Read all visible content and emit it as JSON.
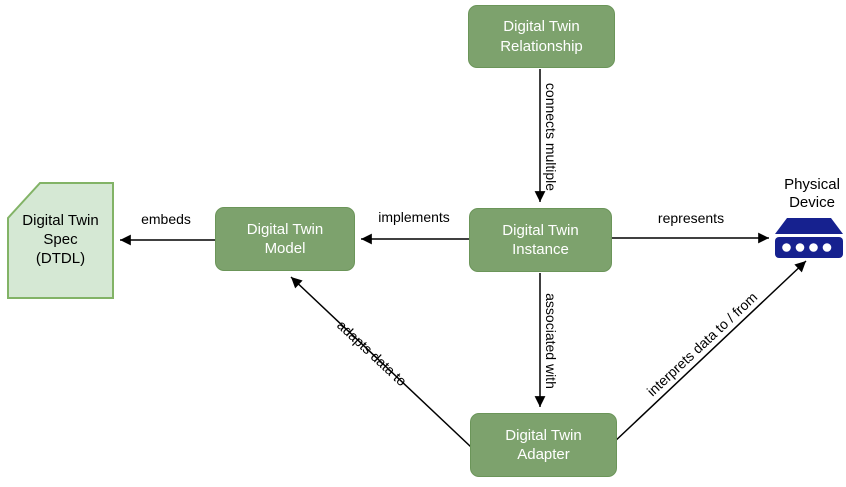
{
  "diagram_type": "concept-relationship-diagram",
  "nodes": {
    "relationship": {
      "label": "Digital Twin\nRelationship"
    },
    "instance": {
      "label": "Digital Twin\nInstance"
    },
    "model": {
      "label": "Digital Twin\nModel"
    },
    "adapter": {
      "label": "Digital Twin\nAdapter"
    },
    "spec": {
      "label": "Digital Twin\nSpec\n(DTDL)"
    },
    "device": {
      "label": "Physical\nDevice"
    }
  },
  "edges": {
    "connects": "connects multiple",
    "implements": "implements",
    "embeds": "embeds",
    "represents": "represents",
    "associated": "associated with",
    "adapts": "adapts data to",
    "interprets": "interprets data to / from"
  },
  "colors": {
    "node_fill": "#7DA26D",
    "node_border": "#6B9559",
    "node_text": "#FFFFFF",
    "spec_fill": "#D5E8D4",
    "spec_border": "#82B366",
    "device_fill": "#16218F",
    "arrow": "#000000",
    "label_text": "#000000",
    "background": "#FFFFFF"
  }
}
